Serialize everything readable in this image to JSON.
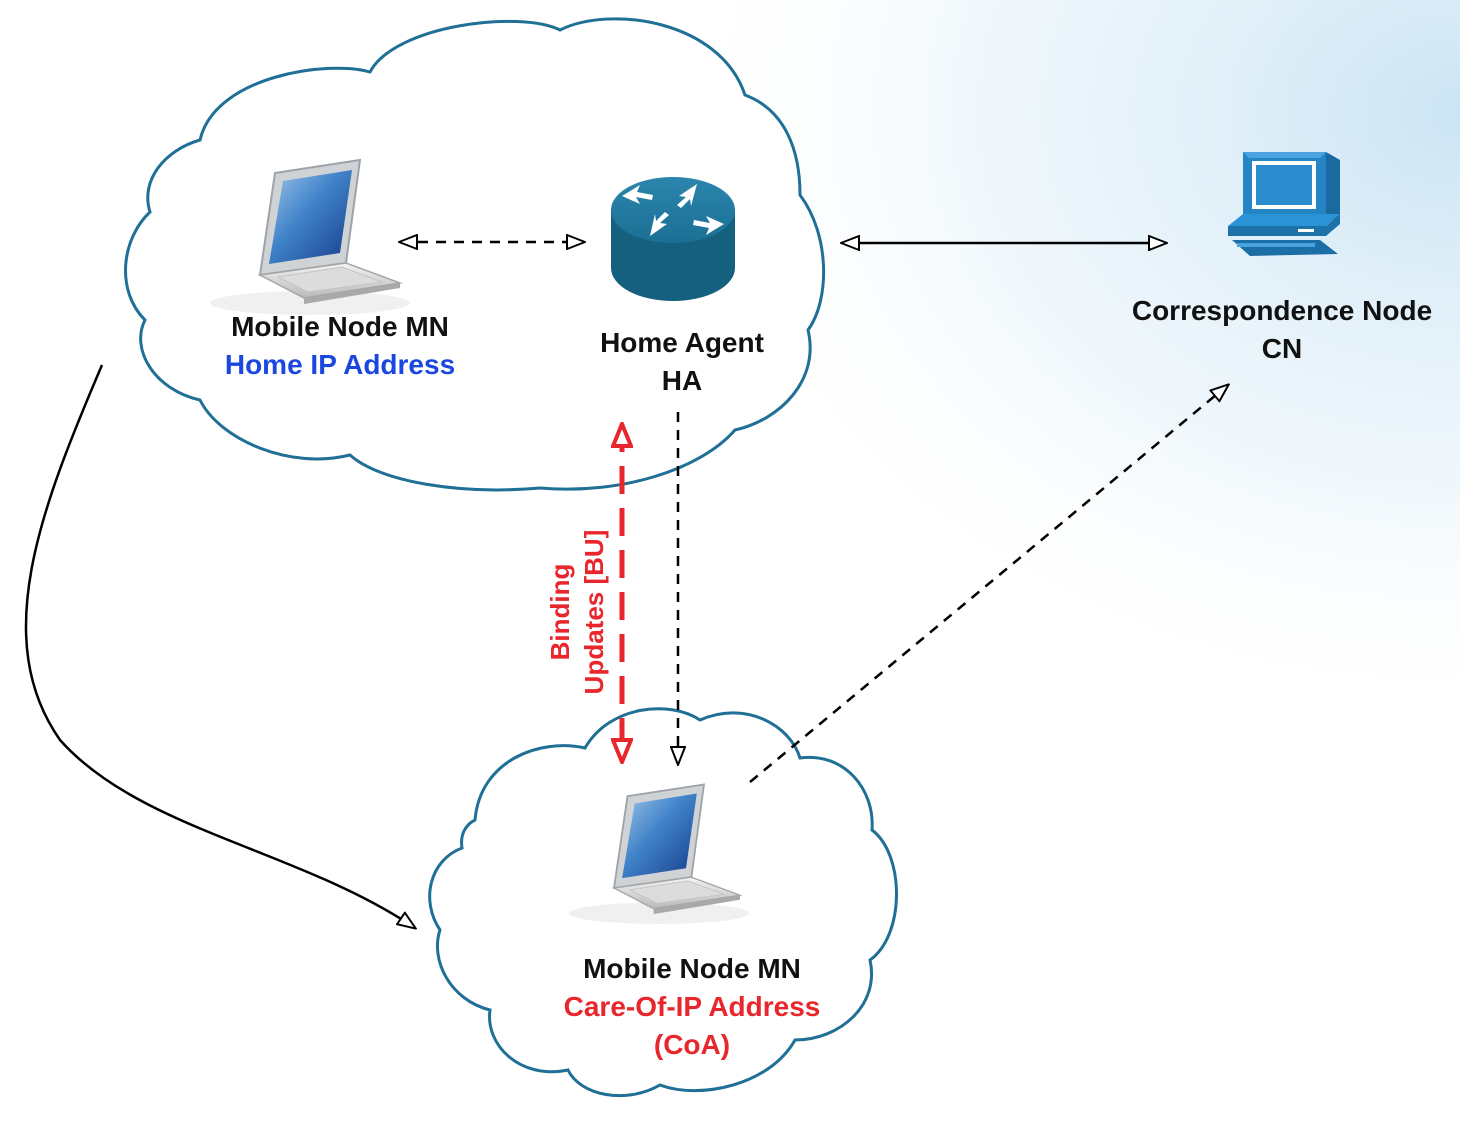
{
  "nodes": {
    "mn_home": {
      "title": "Mobile Node MN",
      "address": "Home IP Address"
    },
    "ha": {
      "title": "Home Agent",
      "subtitle": "HA"
    },
    "cn": {
      "title": "Correspondence Node",
      "subtitle": "CN"
    },
    "mn_foreign": {
      "title": "Mobile Node MN",
      "address": "Care-Of-IP Address",
      "address_suffix": "(CoA)"
    }
  },
  "binding_updates": {
    "line1": "Binding",
    "line2": "Updates [BU]"
  },
  "colors": {
    "cloud_stroke": "#1f6f96",
    "home_address": "#1a47e0",
    "care_of_address": "#e8262b",
    "binding_updates": "#e8262b",
    "router": "#1a6f95",
    "computer": "#2484c4"
  },
  "icons": {
    "laptop_home": "laptop-icon",
    "laptop_foreign": "laptop-icon",
    "home_agent": "router-icon",
    "correspondent": "desktop-computer-icon"
  }
}
